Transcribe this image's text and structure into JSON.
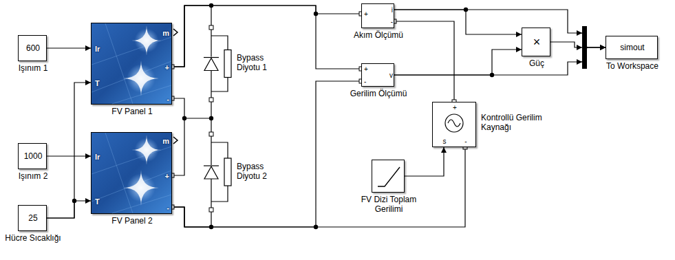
{
  "diagram": {
    "nodes": [
      {
        "text": [
          "600",
          "Işınım 1"
        ]
      },
      {
        "text": [
          "Ir",
          "T",
          "m",
          "+",
          "-",
          "FV Panel 1"
        ]
      },
      {
        "text": [
          "Bypass Diyotu 1"
        ]
      },
      {
        "text": [
          "+",
          "i",
          "-",
          "Akım Ölçümü"
        ]
      },
      {
        "text": [
          "×",
          "Güç"
        ]
      },
      {
        "text": [
          "simout",
          "To Workspace"
        ]
      },
      {
        "text": [
          "+",
          "-",
          "v",
          "Gerilim Ölçümü"
        ]
      },
      {
        "text": [
          "1000",
          "Işınım 2"
        ]
      },
      {
        "text": [
          "Ir",
          "T",
          "m",
          "+",
          "-",
          "FV Panel 2"
        ]
      },
      {
        "text": [
          "Bypass Diyotu 2"
        ]
      },
      {
        "text": [
          "+",
          "s",
          "-",
          "Kontrollü Gerilim Kaynağı"
        ]
      },
      {
        "text": [
          "FV Dizi Toplam Gerilimi"
        ]
      },
      {
        "text": [
          "25",
          "Hücre Sıcaklığı"
        ]
      }
    ],
    "edges": [
      {
        "from": 0,
        "to": 1,
        "arrow": "to"
      },
      {
        "from": 1,
        "to": 2,
        "arrow": "none"
      },
      {
        "from": 1,
        "to": 3,
        "arrow": "none"
      },
      {
        "from": 1,
        "to": 6,
        "arrow": "none"
      },
      {
        "from": 3,
        "to": 4,
        "arrow": "to"
      },
      {
        "from": 3,
        "to": 5,
        "arrow": "to"
      },
      {
        "from": 4,
        "to": 5,
        "arrow": "to"
      },
      {
        "from": 6,
        "to": 4,
        "arrow": "to"
      },
      {
        "from": 6,
        "to": 5,
        "arrow": "to"
      },
      {
        "from": 7,
        "to": 8,
        "arrow": "to"
      },
      {
        "from": 1,
        "to": 8,
        "arrow": "none"
      },
      {
        "from": 2,
        "to": 9,
        "arrow": "none"
      },
      {
        "from": 8,
        "to": 9,
        "arrow": "none"
      },
      {
        "from": 8,
        "to": 6,
        "arrow": "none"
      },
      {
        "from": 8,
        "to": 10,
        "arrow": "none"
      },
      {
        "from": 3,
        "to": 10,
        "arrow": "none"
      },
      {
        "from": 11,
        "to": 10,
        "arrow": "to"
      },
      {
        "from": 12,
        "to": 1,
        "arrow": "to"
      },
      {
        "from": 12,
        "to": 8,
        "arrow": "to"
      }
    ]
  }
}
